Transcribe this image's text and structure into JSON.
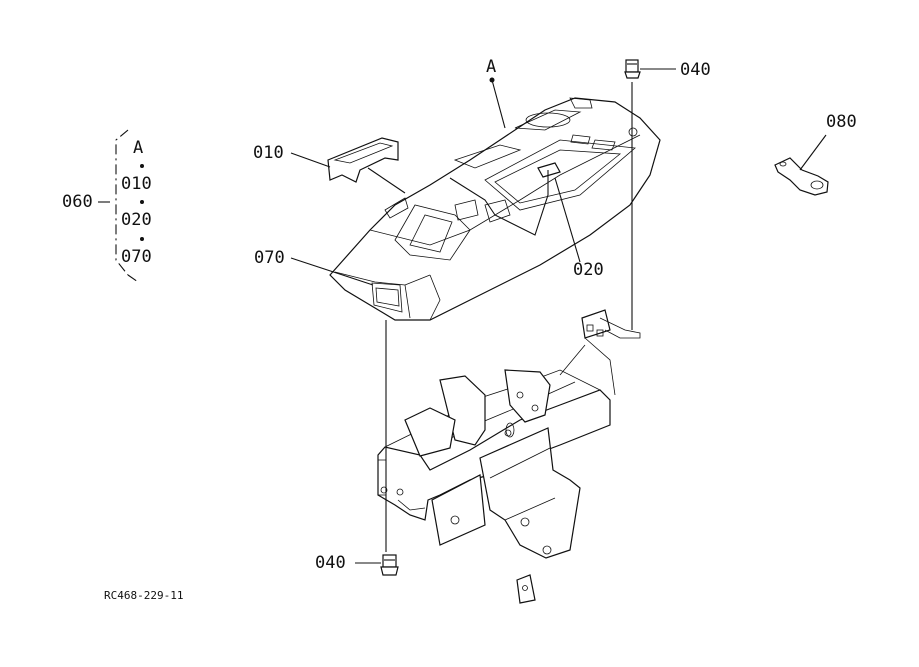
{
  "labels": {
    "a_top": "A",
    "p040_top": "040",
    "p080": "080",
    "p010": "010",
    "p020": "020",
    "p070": "070",
    "p040_bottom": "040",
    "p060": "060"
  },
  "group_060": {
    "header": "A",
    "items": [
      "010",
      "020",
      "070"
    ]
  },
  "drawing_code": "RC468-229-11"
}
